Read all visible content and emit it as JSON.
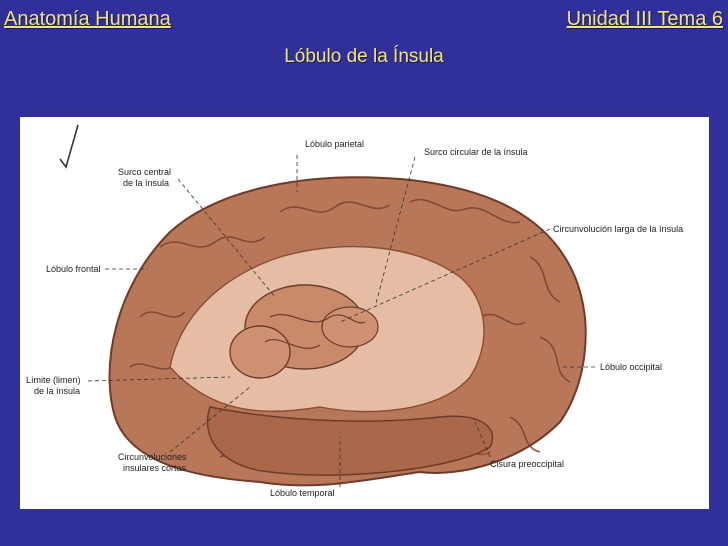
{
  "header": {
    "course": "Anatomía Humana",
    "unit": "Unidad III Tema 6"
  },
  "slide": {
    "title": "Lóbulo de la Ínsula"
  },
  "figure": {
    "labels": {
      "lobulo_parietal": "Lóbulo parietal",
      "surco_circular": "Surco circular de la ínsula",
      "surco_central_1": "Surco central",
      "surco_central_2": "de la ínsula",
      "circunvolucion_larga": "Circunvolución larga de la ínsula",
      "lobulo_frontal": "Lóbulo frontal",
      "limite_1": "Límite (limen)",
      "limite_2": "de la ínsula",
      "lobulo_occipital": "Lóbulo occipital",
      "circ_cortas_1": "Circunvoluciones",
      "circ_cortas_2": "insulares cortas",
      "cisura_preoccipital": "Cisura preoccipital",
      "lobulo_temporal": "Lóbulo temporal"
    }
  }
}
